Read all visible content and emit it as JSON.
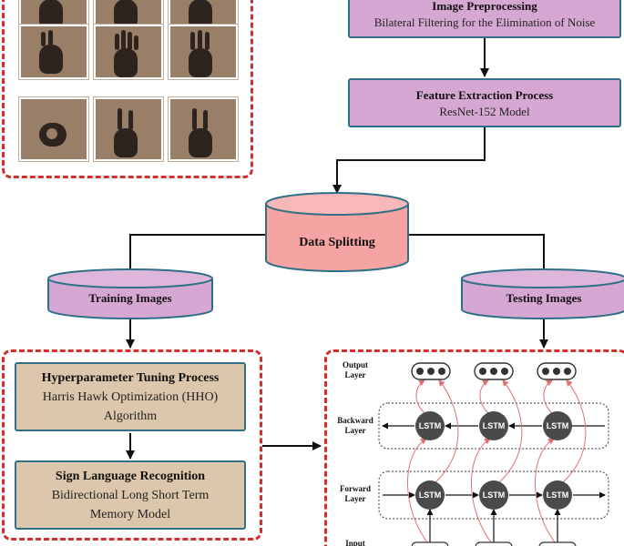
{
  "preprocessing": {
    "title": "Image Preprocessing",
    "subtitle": "Bilateral Filtering for the Elimination of Noise"
  },
  "feature_extraction": {
    "title": "Feature Extraction Process",
    "subtitle": "ResNet-152 Model"
  },
  "data_splitting": {
    "label": "Data Splitting"
  },
  "training": {
    "label": "Training Images"
  },
  "testing": {
    "label": "Testing Images"
  },
  "hyperparameter": {
    "title": "Hyperparameter Tuning Process",
    "line1": "Harris Hawk Optimization (HHO)",
    "line2": "Algorithm"
  },
  "recognition": {
    "title": "Sign Language Recognition",
    "line1": "Bidirectional Long Short Term",
    "line2": "Memory Model"
  },
  "bilstm": {
    "output_layer": [
      "Output",
      "Layer"
    ],
    "backward_layer": [
      "Backward",
      "Layer"
    ],
    "forward_layer": [
      "Forward",
      "Layer"
    ],
    "input_layer": [
      "Input"
    ],
    "cell_label": "LSTM"
  },
  "colors": {
    "box_purple": "#d7a7d3",
    "box_tan": "#dcc7ac",
    "cylinder_pink": "#f5a3a3",
    "panel_dash": "#d32f2f",
    "box_border": "#2f6f87",
    "lstm_node": "#4a4a4a",
    "connection_red": "#e07070"
  }
}
